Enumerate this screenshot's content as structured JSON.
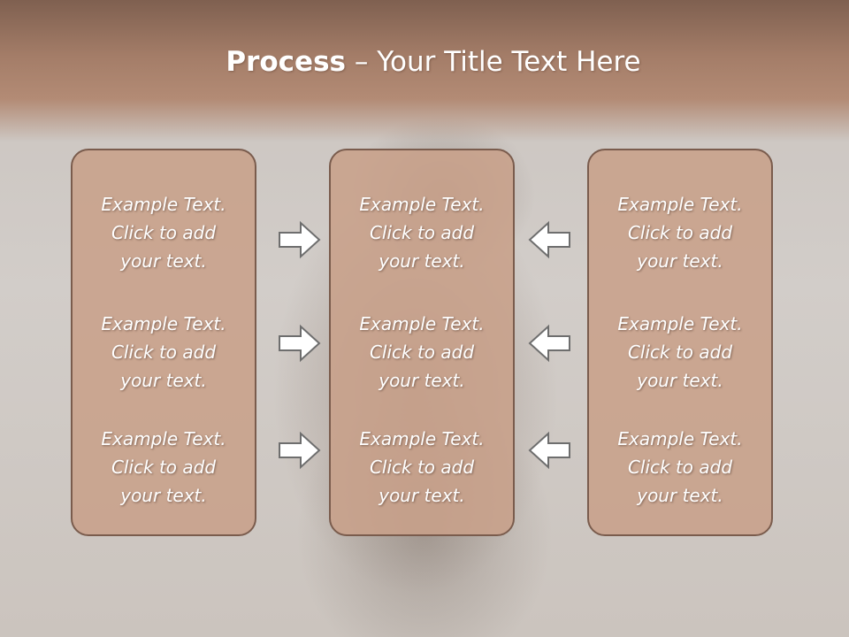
{
  "title": {
    "bold": "Process",
    "rest": " – Your Title Text Here"
  },
  "columns": [
    {
      "items": [
        {
          "lines": [
            "Example Text.",
            "Click  to add",
            "your text."
          ]
        },
        {
          "lines": [
            "Example Text.",
            "Click  to add",
            "your text."
          ]
        },
        {
          "lines": [
            "Example Text.",
            "Click  to add",
            "your text."
          ]
        }
      ]
    },
    {
      "items": [
        {
          "lines": [
            "Example Text.",
            "Click  to add",
            "your text."
          ]
        },
        {
          "lines": [
            "Example Text.",
            "Click  to add",
            "your text."
          ]
        },
        {
          "lines": [
            "Example Text.",
            "Click  to add",
            "your text."
          ]
        }
      ]
    },
    {
      "items": [
        {
          "lines": [
            "Example Text.",
            "Click  to add",
            "your text."
          ]
        },
        {
          "lines": [
            "Example Text.",
            "Click  to add",
            "your text."
          ]
        },
        {
          "lines": [
            "Example Text.",
            "Click  to add",
            "your text."
          ]
        }
      ]
    }
  ],
  "arrows": {
    "left_group": "right-arrow-icon",
    "right_group": "left-arrow-icon"
  },
  "colors": {
    "band": "#a47d68",
    "box_fill": "#c8a08a",
    "box_border": "#7a5c4d",
    "text": "#ffffff"
  }
}
